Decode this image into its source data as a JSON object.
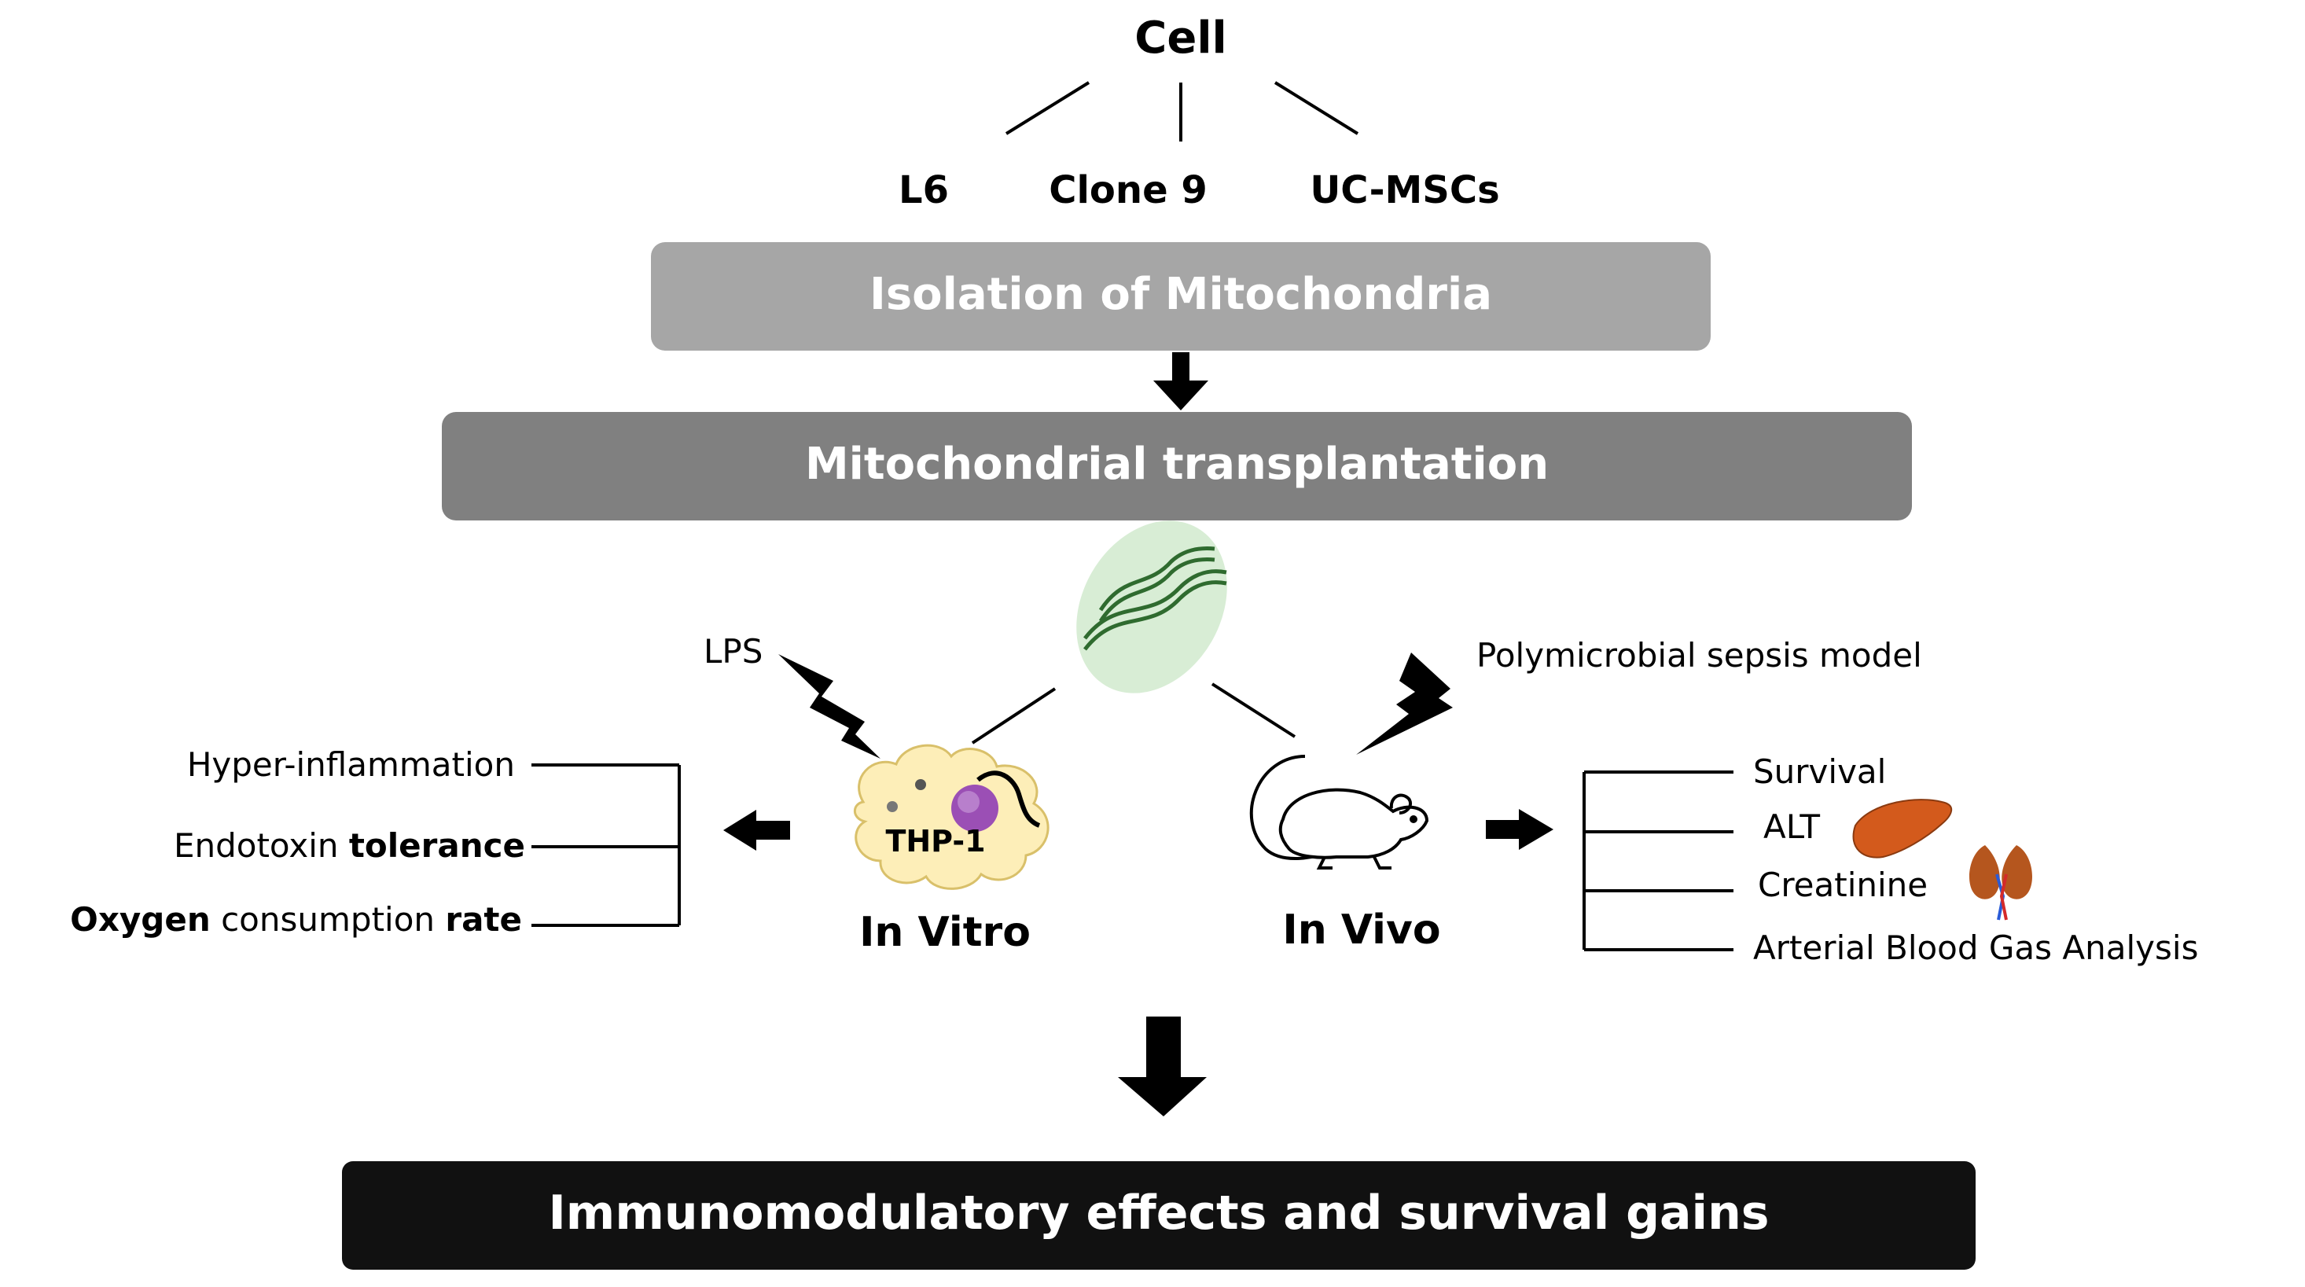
{
  "top": {
    "cell": "Cell",
    "sources": [
      "L6",
      "Clone 9",
      "UC-MSCs"
    ]
  },
  "steps": {
    "isolation": "Isolation of Mitochondria",
    "transplantation": "Mitochondrial transplantation"
  },
  "in_vitro": {
    "label": "In Vitro",
    "stimulus": "LPS",
    "cell_label": "THP-1",
    "outcomes": [
      {
        "parts": [
          {
            "text": "Hyper-inflammation",
            "bold": false
          }
        ]
      },
      {
        "parts": [
          {
            "text": "Endotoxin ",
            "bold": false
          },
          {
            "text": "tolerance",
            "bold": true
          }
        ]
      },
      {
        "parts": [
          {
            "text": "Oxygen",
            "bold": true
          },
          {
            "text": " consumption ",
            "bold": false
          },
          {
            "text": "rate",
            "bold": true
          }
        ]
      }
    ]
  },
  "in_vivo": {
    "label": "In Vivo",
    "stimulus": "Polymicrobial sepsis model",
    "outcomes": [
      "Survival",
      "ALT",
      "Creatinine",
      "Arterial Blood Gas Analysis"
    ]
  },
  "result": "Immunomodulatory effects and survival gains",
  "colors": {
    "isolation_box": "#a6a6a6",
    "transplantation_box": "#808080",
    "result_box": "#111111",
    "mitochondrion_glow": "#d8edd5",
    "mitochondrion_stroke": "#2f6b2f",
    "cell_body": "#fdeeb8",
    "nucleus": "#9b4fb5",
    "liver": "#d35a1c",
    "kidney": "#b5561e"
  },
  "icons": [
    "mitochondrion-icon",
    "lightning-icon",
    "thp1-cell-icon",
    "mouse-icon",
    "liver-icon",
    "kidney-icon",
    "down-arrow-icon",
    "left-arrow-icon",
    "right-arrow-icon"
  ]
}
